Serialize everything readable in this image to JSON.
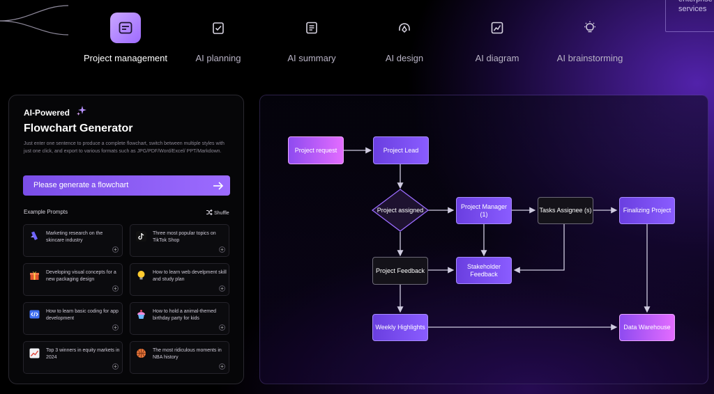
{
  "tabs": [
    {
      "label": "Project management",
      "icon": "list-card-icon",
      "active": true
    },
    {
      "label": "AI planning",
      "icon": "checklist-icon",
      "active": false
    },
    {
      "label": "AI summary",
      "icon": "document-lines-icon",
      "active": false
    },
    {
      "label": "AI design",
      "icon": "pen-nib-icon",
      "active": false
    },
    {
      "label": "AI diagram",
      "icon": "line-chart-icon",
      "active": false
    },
    {
      "label": "AI brainstorming",
      "icon": "lightbulb-icon",
      "active": false
    }
  ],
  "corner_card": {
    "line1": "enterprise",
    "line2": "services"
  },
  "panel": {
    "kicker": "AI-Powered",
    "title": "Flowchart Generator",
    "description": "Just enter one sentence to produce a complete flowchart, switch between multiple styles with just one click, and export to various formats such as JPG/PDF/Word/Excel/ PPT/Markdown.",
    "generate_label": "Please generate a flowchart",
    "examples_label": "Example  Prompts",
    "shuffle_label": "Shuffle"
  },
  "prompts": [
    {
      "text": "Marketing research on the skincare industry",
      "icon": "test-tube-icon"
    },
    {
      "text": "Three most popular topics on TikTok Shop",
      "icon": "tiktok-icon"
    },
    {
      "text": "Developing visual concepts for a new packaging design",
      "icon": "gift-box-icon"
    },
    {
      "text": "How to learn web develpment skill and study plan",
      "icon": "lightbulb-icon"
    },
    {
      "text": "How to learn basic coding for app development",
      "icon": "code-window-icon"
    },
    {
      "text": "How to hold a animal-themed birthday party for kids",
      "icon": "cupcake-icon"
    },
    {
      "text": "Top 3 winners in equity markets in 2024",
      "icon": "trend-chart-icon"
    },
    {
      "text": "The most ridiculous moments in NBA history",
      "icon": "basketball-icon"
    }
  ],
  "flow": {
    "project_request": "Project request",
    "project_lead": "Project Lead",
    "project_assigned": "Project assigned",
    "project_manager": "Project Manager (1)",
    "tasks_assignee": "Tasks Assignee (s)",
    "finalizing_project": "Finalizing Project",
    "project_feedback": "Project Feedback",
    "stakeholder_feedback": "Stakeholder Feedback",
    "weekly_highlights": "Weekly Highlights",
    "data_warehouse": "Data Warehouse"
  },
  "colors": {
    "accent": "#8a5cff",
    "accent_pink": "#e36cff",
    "background": "#000000"
  }
}
